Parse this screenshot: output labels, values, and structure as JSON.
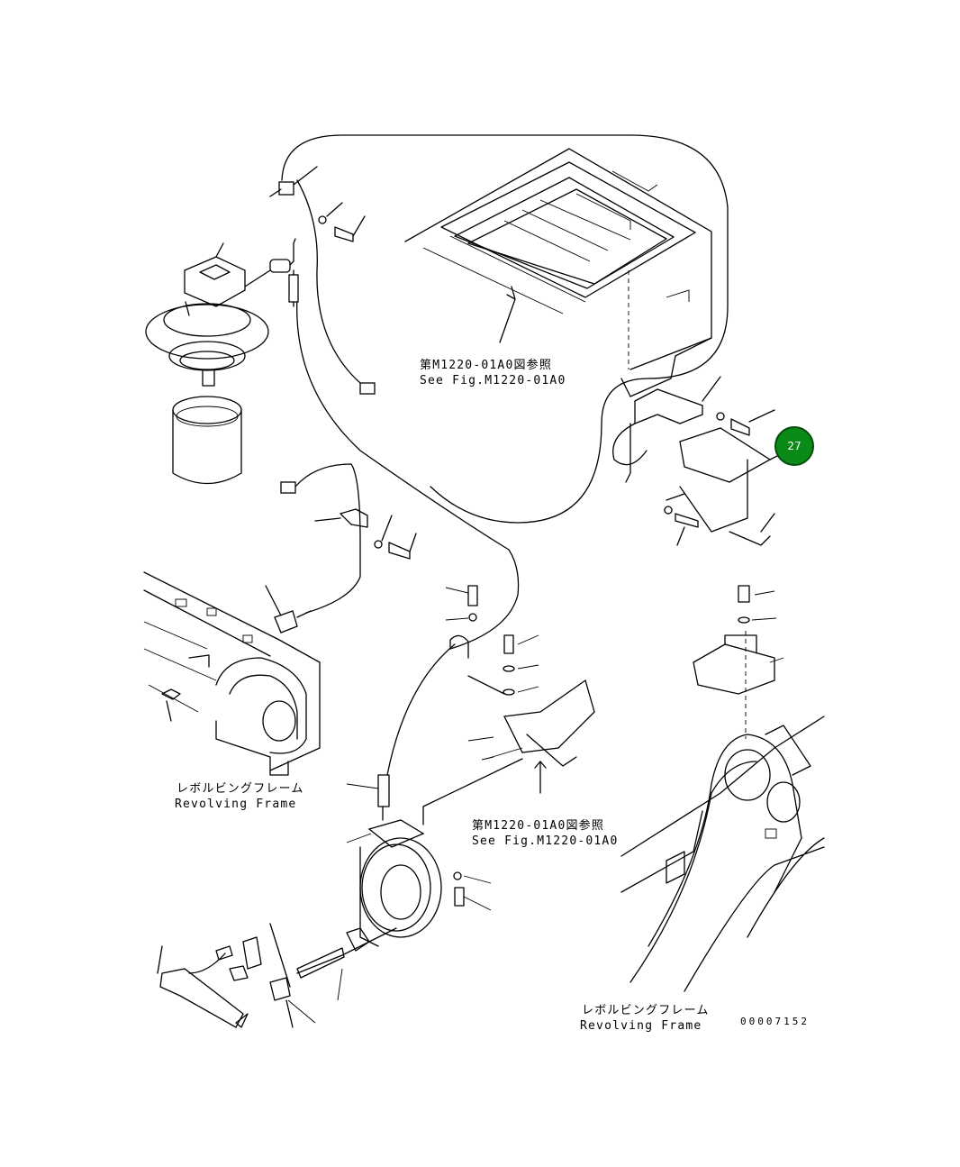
{
  "refs": [
    {
      "jp": "第M1220-01A0図参照",
      "en": "See Fig.M1220-01A0"
    },
    {
      "jp": "第M1220-01A0図参照",
      "en": "See Fig.M1220-01A0"
    }
  ],
  "frames": [
    {
      "jp": "レボルビングフレーム",
      "en": "Revolving Frame"
    },
    {
      "jp": "レボルビングフレーム",
      "en": "Revolving Frame"
    }
  ],
  "callout": {
    "number": "27",
    "color": "#0a8a16"
  },
  "drawing_number": "00007152"
}
